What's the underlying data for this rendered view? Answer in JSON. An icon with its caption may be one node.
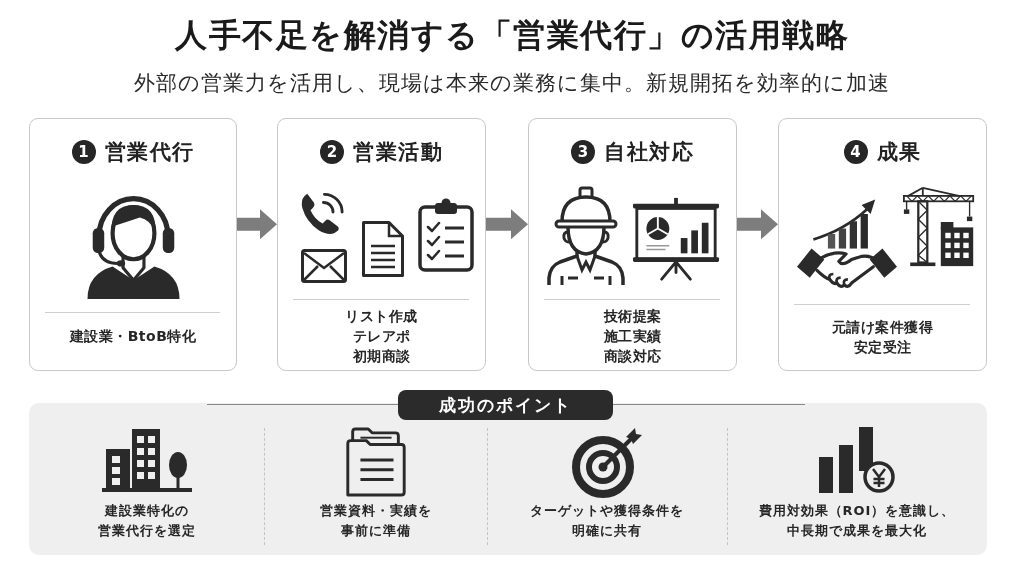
{
  "diagram": {
    "title": "人手不足を解消する「営業代行」の活用戦略",
    "nodes": [
      {
        "text": [
          "1",
          "営業代行",
          "建設業・BtoB特化"
        ]
      },
      {
        "text": [
          "2",
          "営業活動",
          "リスト作成",
          "テレアポ",
          "初期商談"
        ]
      },
      {
        "text": [
          "3",
          "自社対応",
          "技術提案",
          "施工実績",
          "商談対応"
        ]
      },
      {
        "text": [
          "4",
          "成果",
          "元請け案件獲得",
          "安定受注"
        ]
      },
      {
        "text": [
          "成功のポイント"
        ]
      },
      {
        "text": [
          "建設業特化の営業代行を選定"
        ],
        "in": 4
      },
      {
        "text": [
          "営業資料・実績を事前に準備"
        ],
        "in": 4
      },
      {
        "text": [
          "ターゲットや獲得条件を明確に共有"
        ],
        "in": 4
      },
      {
        "text": [
          "費用対効果（ROI）を意識し、中長期で成果を最大化"
        ],
        "in": 4
      }
    ],
    "edges": [
      {
        "from": 0,
        "to": 1,
        "arrow": "to"
      },
      {
        "from": 1,
        "to": 2,
        "arrow": "to"
      },
      {
        "from": 2,
        "to": 3,
        "arrow": "to"
      }
    ],
    "labels": [
      "外部の営業力を活用し、現場は本来の業務に集中。新規開拓を効率的に加速"
    ]
  }
}
